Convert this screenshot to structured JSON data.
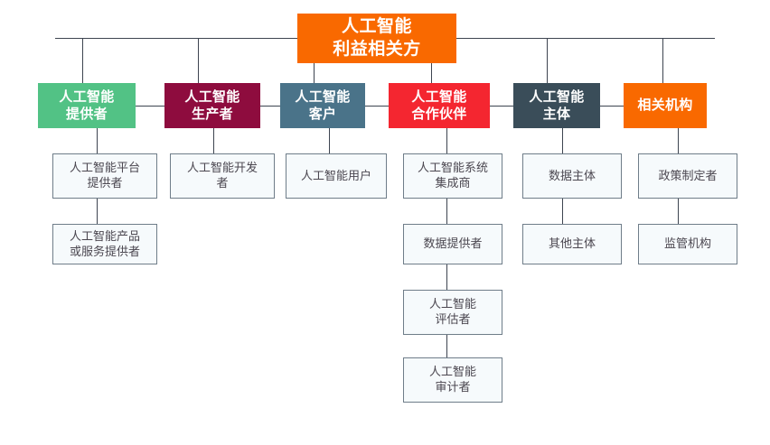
{
  "diagram": {
    "title_node": {
      "label": "人工智能\n利益相关方",
      "color": "#f96900",
      "text_color": "#ffffff"
    },
    "categories": [
      {
        "id": "provider",
        "label": "人工智能\n提供者",
        "color": "#52c285",
        "children": [
          {
            "id": "platform-provider",
            "label": "人工智能平台\n提供者"
          },
          {
            "id": "product-service-provider",
            "label": "人工智能产品\n或服务提供者"
          }
        ]
      },
      {
        "id": "producer",
        "label": "人工智能\n生产者",
        "color": "#8e0c3e",
        "children": [
          {
            "id": "developer",
            "label": "人工智能开发\n者"
          }
        ]
      },
      {
        "id": "customer",
        "label": "人工智能\n客户",
        "color": "#4a7389",
        "children": [
          {
            "id": "user",
            "label": "人工智能用户"
          }
        ]
      },
      {
        "id": "partner",
        "label": "人工智能\n合作伙伴",
        "color": "#f42630",
        "children": [
          {
            "id": "system-integrator",
            "label": "人工智能系统\n集成商"
          },
          {
            "id": "data-provider",
            "label": "数据提供者"
          },
          {
            "id": "evaluator",
            "label": "人工智能\n评估者"
          },
          {
            "id": "auditor",
            "label": "人工智能\n审计者"
          }
        ]
      },
      {
        "id": "subject",
        "label": "人工智能\n主体",
        "color": "#3a4d59",
        "children": [
          {
            "id": "data-subject",
            "label": "数据主体"
          },
          {
            "id": "other-subject",
            "label": "其他主体"
          }
        ]
      },
      {
        "id": "related-org",
        "label": "相关机构",
        "color": "#f96900",
        "children": [
          {
            "id": "policy-maker",
            "label": "政策制定者"
          },
          {
            "id": "regulator",
            "label": "监管机构"
          }
        ]
      }
    ],
    "styles": {
      "leaf_fill": "#f6fafc",
      "leaf_border": "#6f7d89",
      "leaf_text": "#4b4750",
      "connector": "#3d4450"
    }
  }
}
